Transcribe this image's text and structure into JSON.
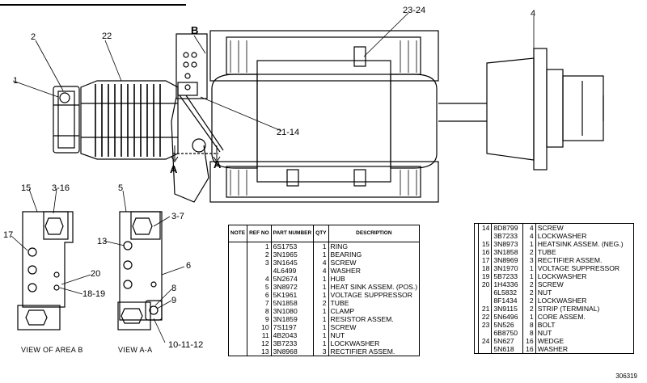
{
  "figure": {
    "number": "306319"
  },
  "callouts": {
    "c1": "1",
    "c2": "2",
    "c22": "22",
    "cB": "B",
    "c2324": "23-24",
    "c4": "4",
    "c2114": "21-14",
    "cA1": "A",
    "cA2": "A",
    "c15": "15",
    "c316": "3-16",
    "c17": "17",
    "c20": "20",
    "c1819": "18-19",
    "c5": "5",
    "c37": "3-7",
    "c13": "13",
    "c6": "6",
    "c8": "8",
    "c9": "9",
    "c101112": "10-11-12"
  },
  "views": {
    "area_b": "VIEW OF AREA B",
    "a_a": "VIEW A-A"
  },
  "parts_table_left": {
    "headers": {
      "note": "NOTE",
      "ref_no": "REF NO",
      "part_number": "PART NUMBER",
      "qty": "QTY",
      "description": "DESCRIPTION"
    },
    "rows": [
      {
        "note": "",
        "ref": "1",
        "part": "6S1753",
        "qty": "1",
        "desc": "RING"
      },
      {
        "note": "",
        "ref": "2",
        "part": "3N1965",
        "qty": "1",
        "desc": "BEARING"
      },
      {
        "note": "",
        "ref": "3",
        "part": "3N1645",
        "qty": "4",
        "desc": "SCREW"
      },
      {
        "note": "",
        "ref": "",
        "part": "4L6499",
        "qty": "4",
        "desc": "WASHER"
      },
      {
        "note": "",
        "ref": "4",
        "part": "5N2674",
        "qty": "1",
        "desc": "HUB"
      },
      {
        "note": "",
        "ref": "5",
        "part": "3N8972",
        "qty": "1",
        "desc": "HEAT SINK ASSEM. (POS.)"
      },
      {
        "note": "",
        "ref": "6",
        "part": "5K1961",
        "qty": "1",
        "desc": "VOLTAGE SUPPRESSOR"
      },
      {
        "note": "",
        "ref": "7",
        "part": "5N1858",
        "qty": "2",
        "desc": "TUBE"
      },
      {
        "note": "",
        "ref": "8",
        "part": "3N1080",
        "qty": "1",
        "desc": "CLAMP"
      },
      {
        "note": "",
        "ref": "9",
        "part": "3N1859",
        "qty": "1",
        "desc": "RESISTOR ASSEM."
      },
      {
        "note": "",
        "ref": "10",
        "part": "7S1197",
        "qty": "1",
        "desc": "SCREW"
      },
      {
        "note": "",
        "ref": "11",
        "part": "4B2043",
        "qty": "1",
        "desc": "NUT"
      },
      {
        "note": "",
        "ref": "12",
        "part": "3B7233",
        "qty": "1",
        "desc": "LOCKWASHER"
      },
      {
        "note": "",
        "ref": "13",
        "part": "3N8968",
        "qty": "3",
        "desc": "RECTIFIER ASSEM."
      }
    ]
  },
  "parts_table_right": {
    "rows": [
      {
        "note": "",
        "ref": "14",
        "part": "8D8799",
        "qty": "4",
        "desc": "SCREW"
      },
      {
        "note": "",
        "ref": "",
        "part": "3B7233",
        "qty": "4",
        "desc": "LOCKWASHER"
      },
      {
        "note": "",
        "ref": "15",
        "part": "3N8973",
        "qty": "1",
        "desc": "HEATSINK ASSEM. (NEG.)"
      },
      {
        "note": "",
        "ref": "16",
        "part": "3N1858",
        "qty": "2",
        "desc": "TUBE"
      },
      {
        "note": "",
        "ref": "17",
        "part": "3N8969",
        "qty": "3",
        "desc": "RECTIFIER ASSEM."
      },
      {
        "note": "",
        "ref": "18",
        "part": "3N1970",
        "qty": "1",
        "desc": "VOLTAGE SUPPRESSOR"
      },
      {
        "note": "",
        "ref": "19",
        "part": "5B7233",
        "qty": "1",
        "desc": "LOCKWASHER"
      },
      {
        "note": "",
        "ref": "20",
        "part": "1H4336",
        "qty": "2",
        "desc": "SCREW"
      },
      {
        "note": "",
        "ref": "",
        "part": "6L5832",
        "qty": "2",
        "desc": "NUT"
      },
      {
        "note": "",
        "ref": "",
        "part": "8F1434",
        "qty": "2",
        "desc": "LOCKWASHER"
      },
      {
        "note": "",
        "ref": "21",
        "part": "3N9115",
        "qty": "2",
        "desc": "STRIP (TERMINAL)"
      },
      {
        "note": "",
        "ref": "22",
        "part": "5N6496",
        "qty": "1",
        "desc": "CORE ASSEM."
      },
      {
        "note": "",
        "ref": "23",
        "part": "5N526",
        "qty": "8",
        "desc": "BOLT"
      },
      {
        "note": "",
        "ref": "",
        "part": "6B8750",
        "qty": "8",
        "desc": "NUT"
      },
      {
        "note": "",
        "ref": "24",
        "part": "5N627",
        "qty": "16",
        "desc": "WEDGE"
      },
      {
        "note": "",
        "ref": "",
        "part": "5N618",
        "qty": "16",
        "desc": "WASHER"
      }
    ]
  }
}
